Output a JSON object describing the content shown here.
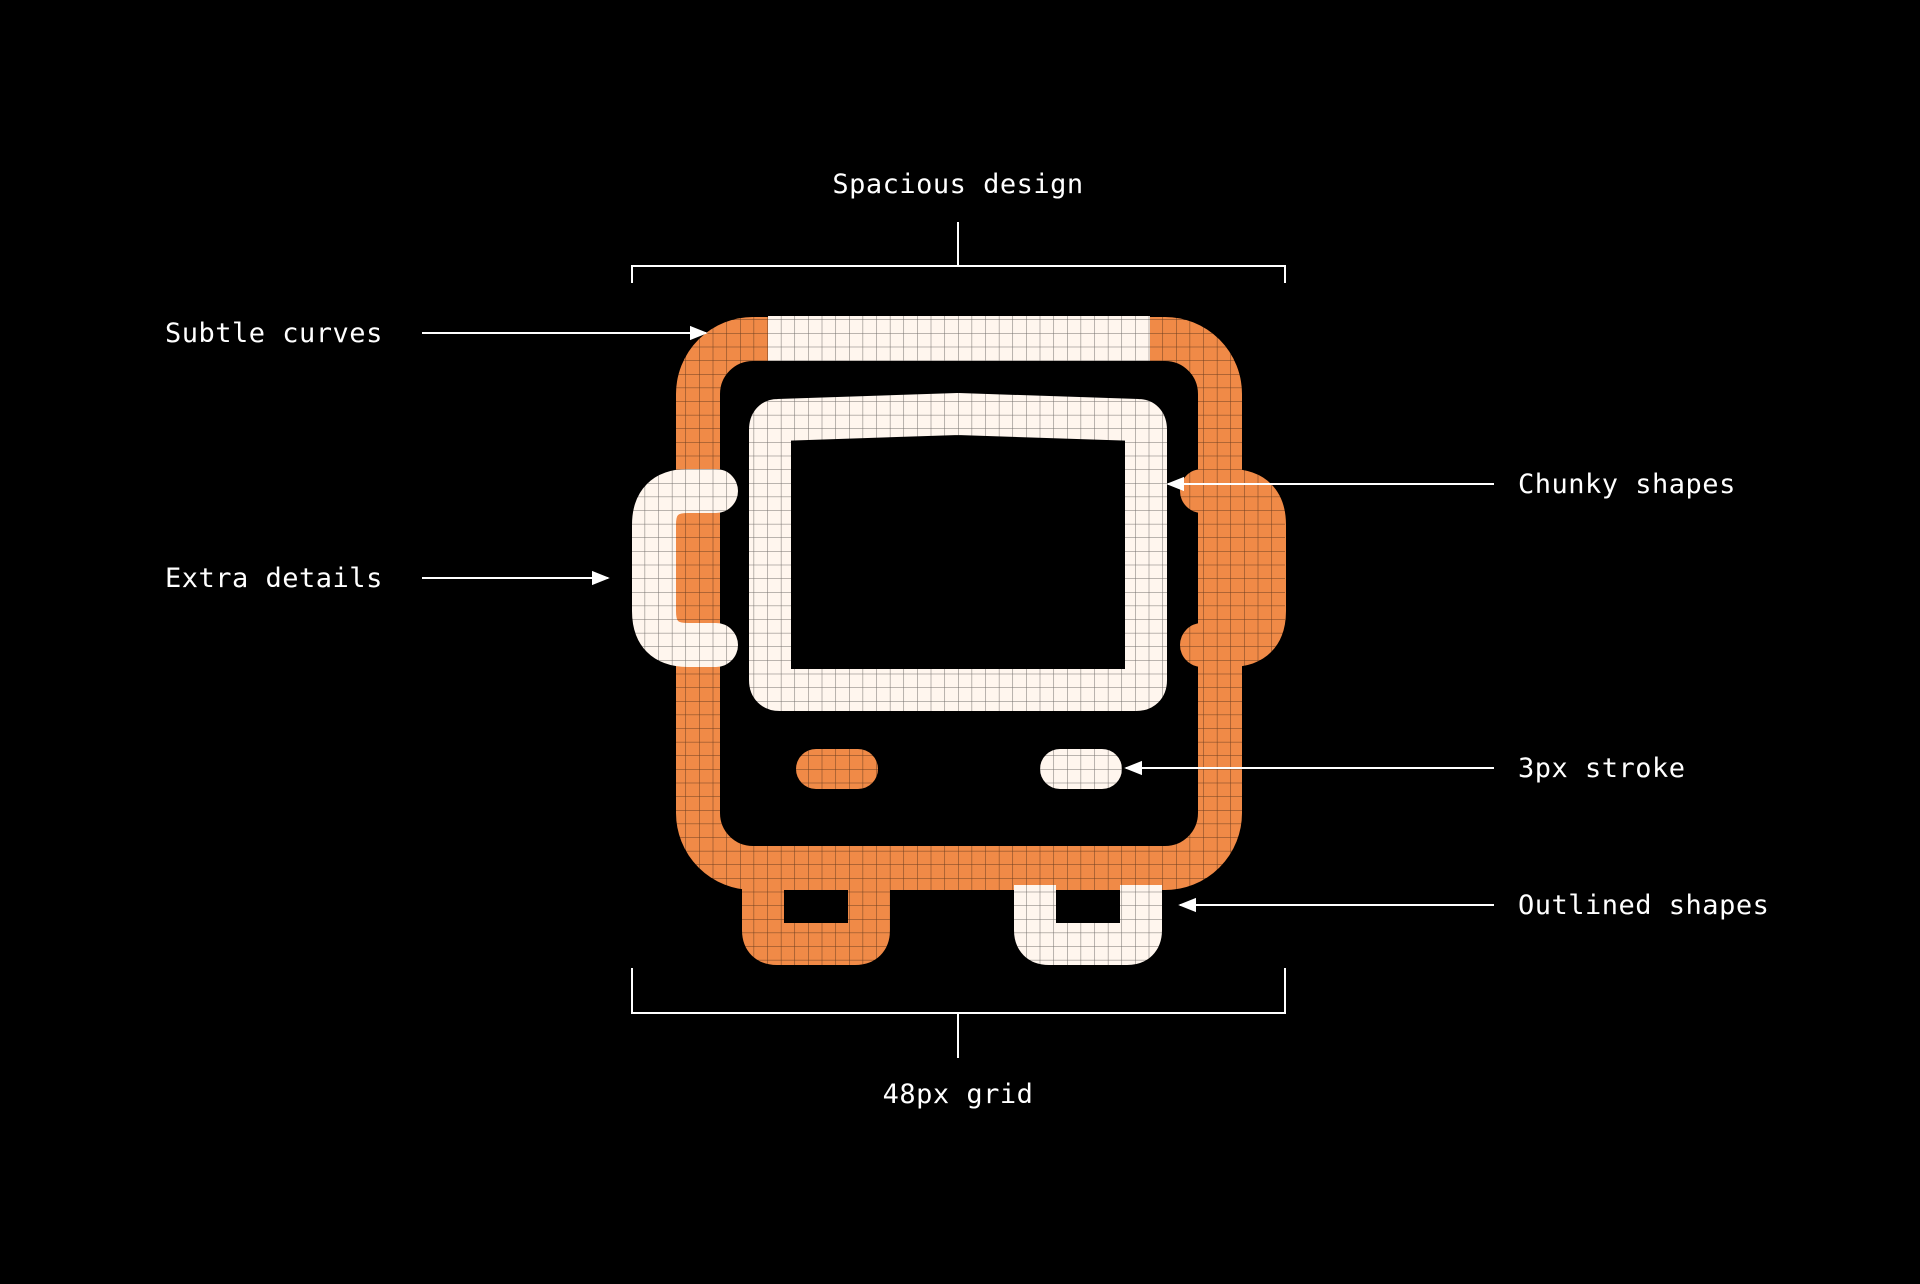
{
  "diagram": {
    "top_label": "Spacious design",
    "bottom_label": "48px grid",
    "left_labels": [
      "Subtle curves",
      "Extra details"
    ],
    "right_labels": [
      "Chunky shapes",
      "3px stroke",
      "Outlined shapes"
    ],
    "icon_name": "bus-icon"
  },
  "colors": {
    "background": "#000000",
    "accent": "#f08a47",
    "highlight": "#fff6ee",
    "grid_line": "#c9692f",
    "annotation": "#ffffff"
  }
}
